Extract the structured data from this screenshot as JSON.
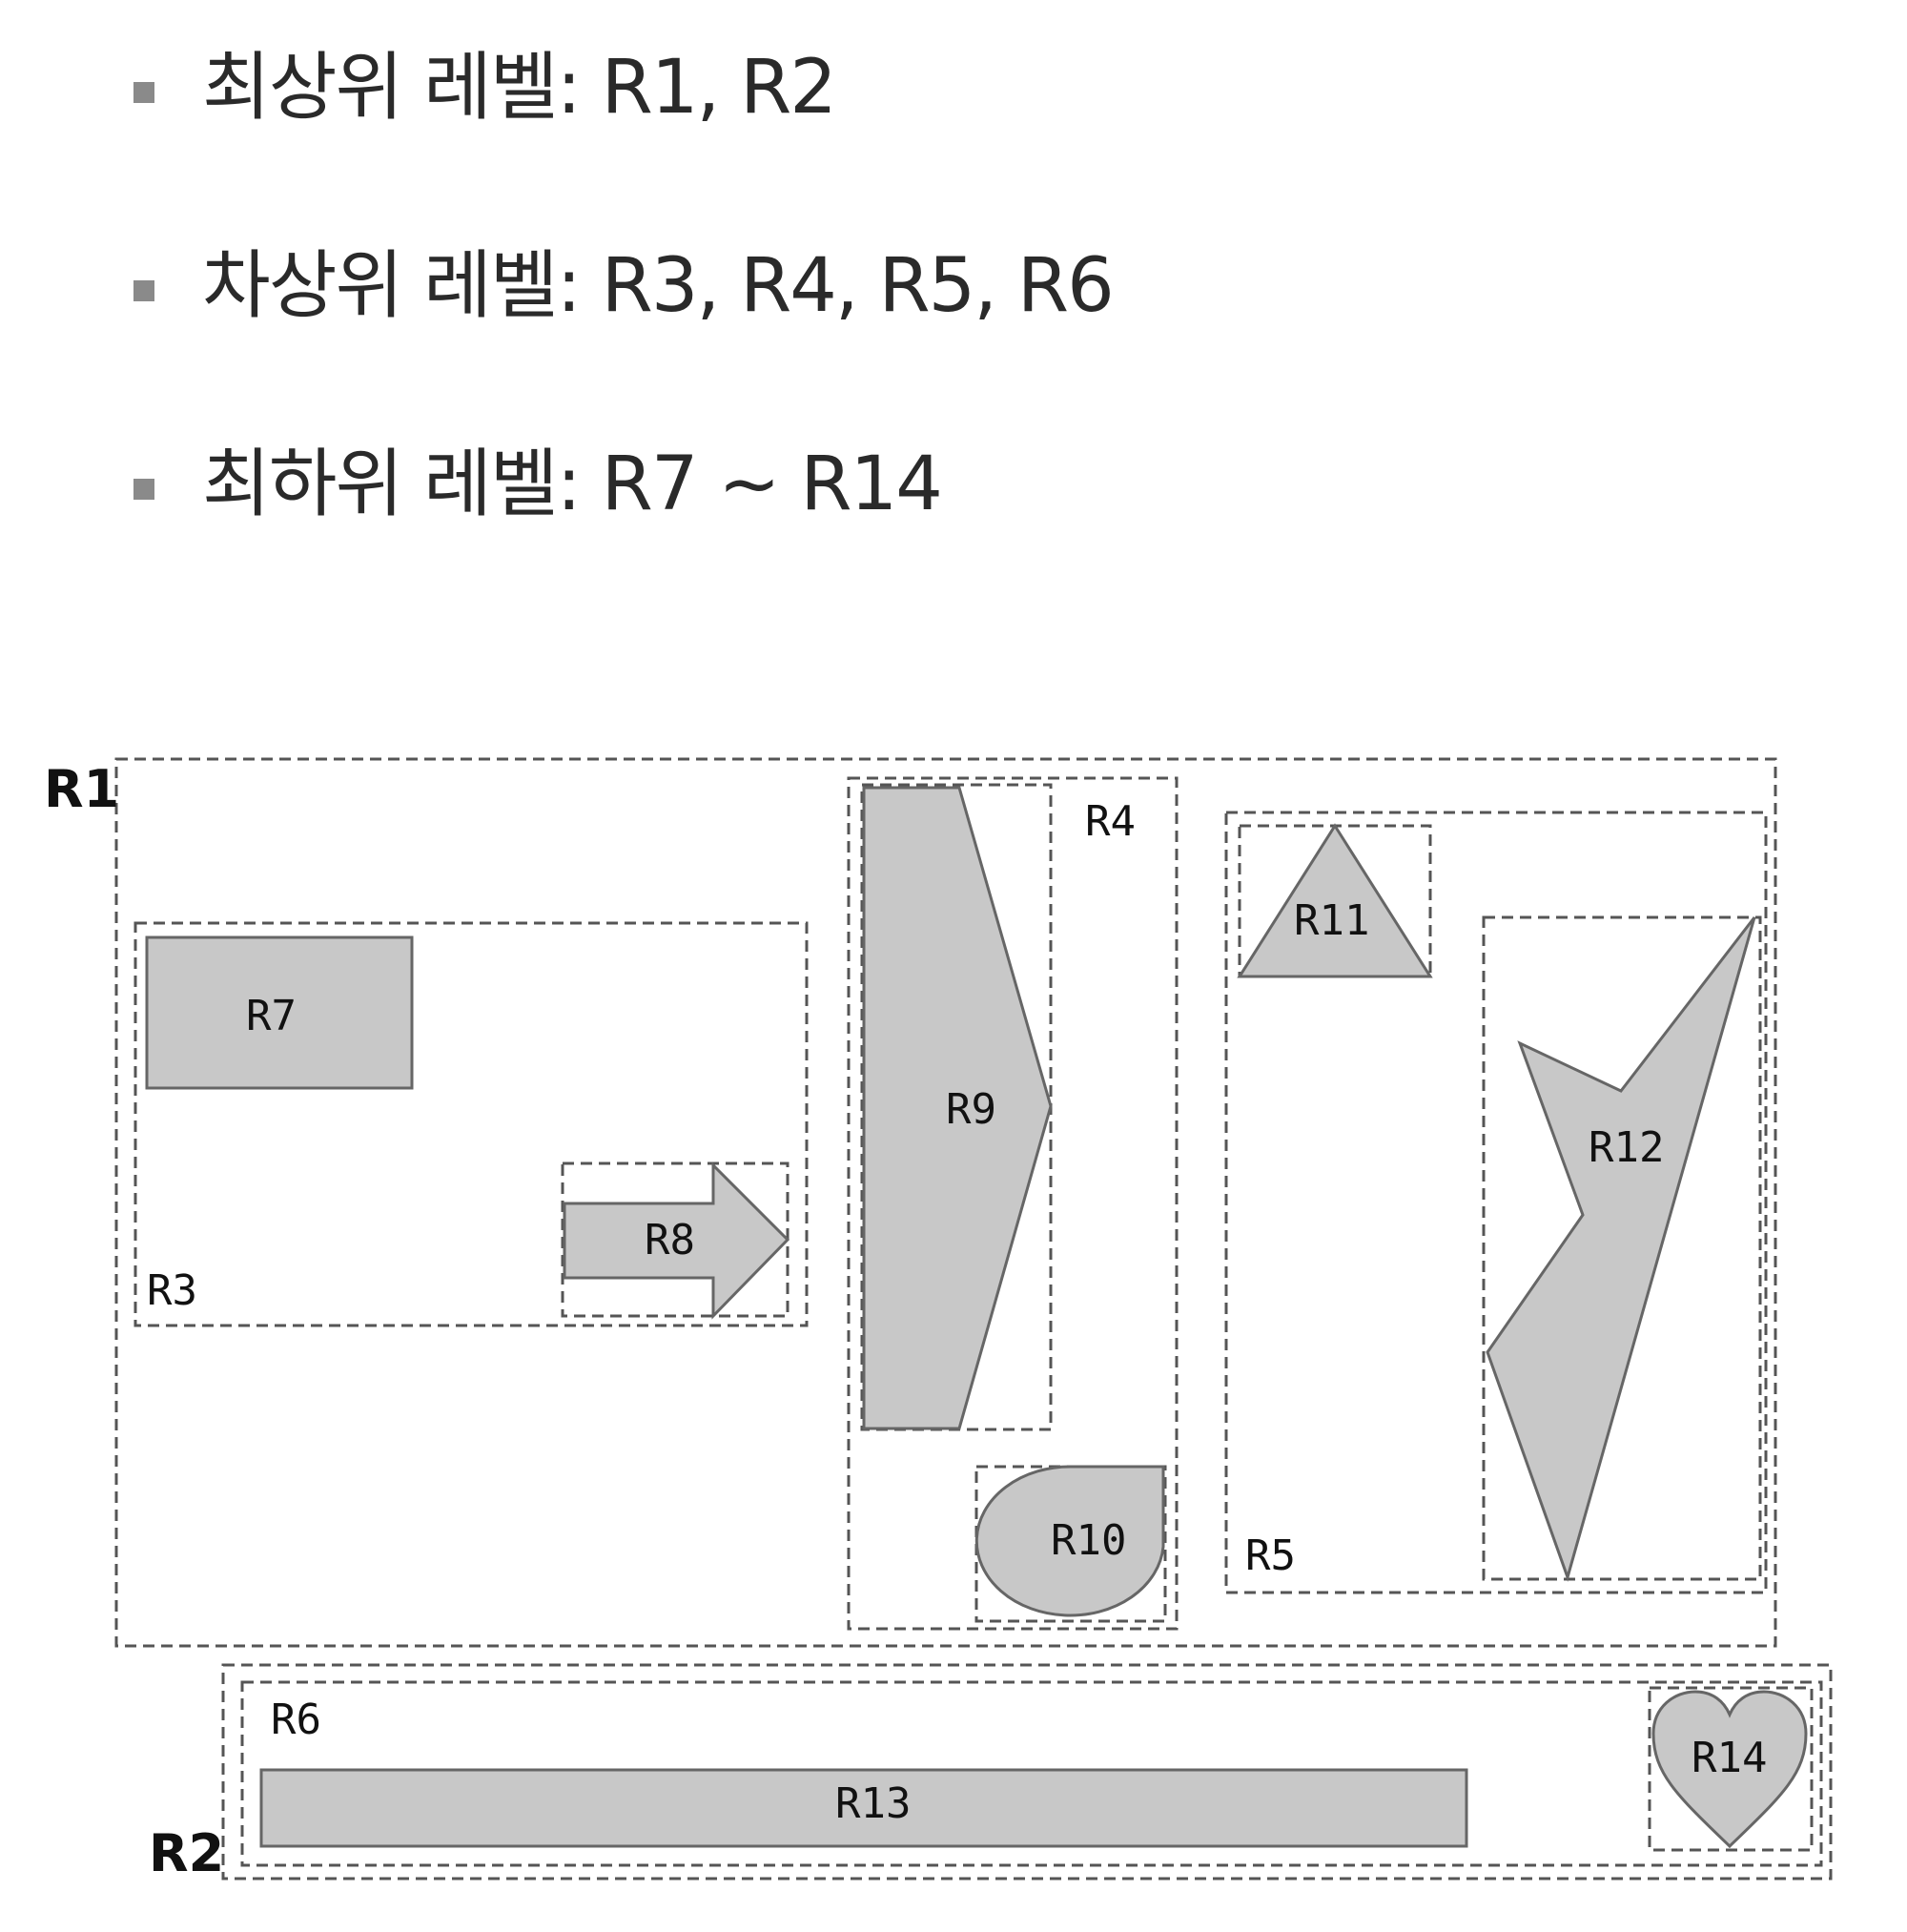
{
  "bullets": [
    {
      "text": "최상위 레벨: R1, R2"
    },
    {
      "text": "차상위 레벨: R3, R4, R5, R6"
    },
    {
      "text": "최하위 레벨: R7 ~ R14"
    }
  ],
  "diagram": {
    "labels": {
      "r1": "R1",
      "r2": "R2",
      "r3": "R3",
      "r4": "R4",
      "r5": "R5",
      "r6": "R6",
      "r7": "R7",
      "r8": "R8",
      "r9": "R9",
      "r10": "R10",
      "r11": "R11",
      "r12": "R12",
      "r13": "R13",
      "r14": "R14"
    },
    "colors": {
      "shape_fill": "#c8c8c8",
      "shape_stroke": "#666666",
      "box_stroke": "#555555"
    }
  }
}
